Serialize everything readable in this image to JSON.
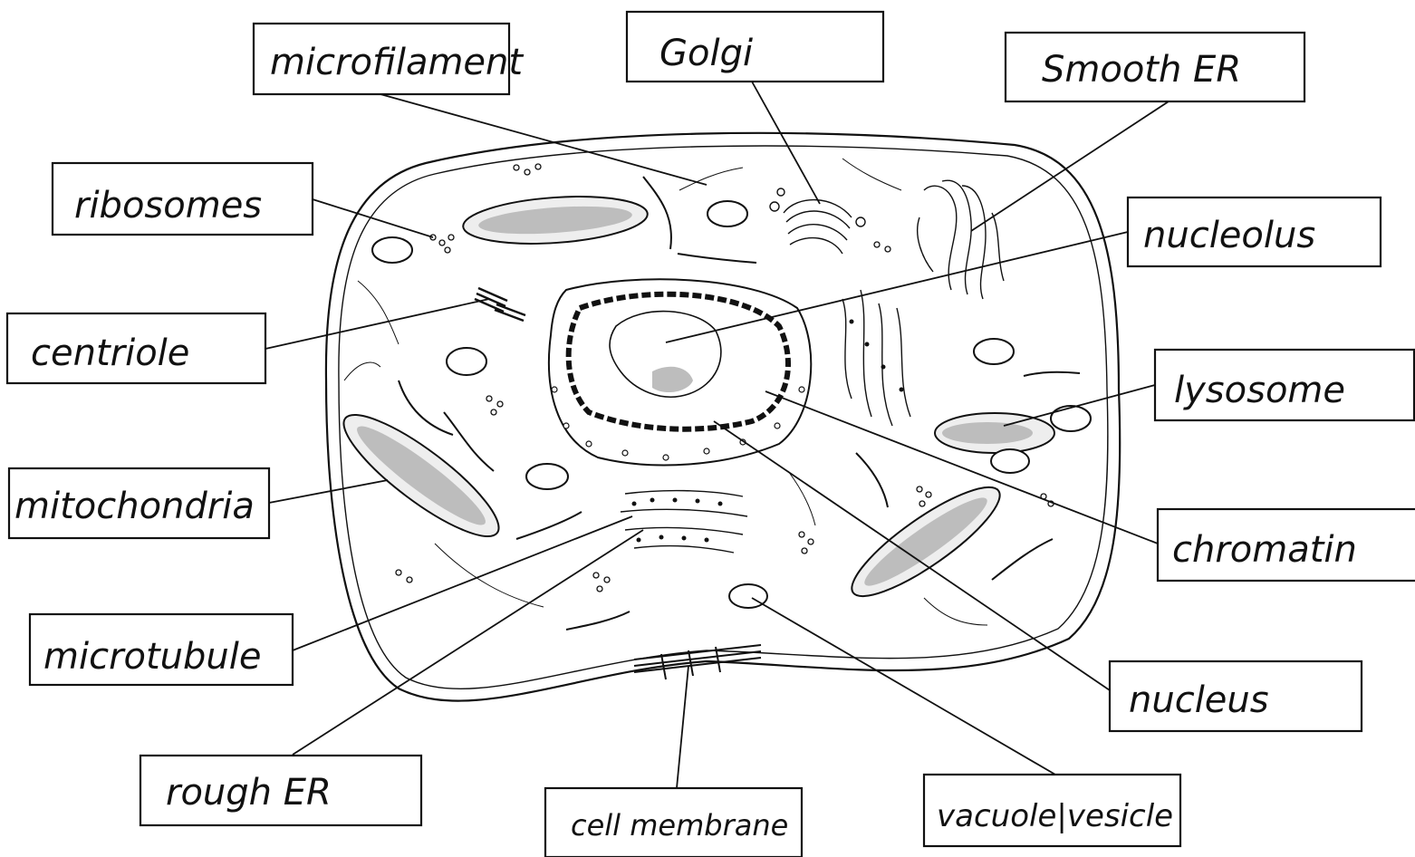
{
  "diagram": {
    "labels": {
      "microfilament": "microfilament",
      "golgi": "Golgi",
      "smooth_er": "Smooth ER",
      "ribosomes": "ribosomes",
      "nucleolus": "nucleolus",
      "centriole": "centriole",
      "lysosome": "lysosome",
      "mitochondria": "mitochondria",
      "chromatin": "chromatin",
      "microtubule": "microtubule",
      "nucleus": "nucleus",
      "rough_er": "rough ER",
      "cell_membrane": "cell membrane",
      "vacuole_vesicle": "vacuole|vesicle"
    }
  }
}
